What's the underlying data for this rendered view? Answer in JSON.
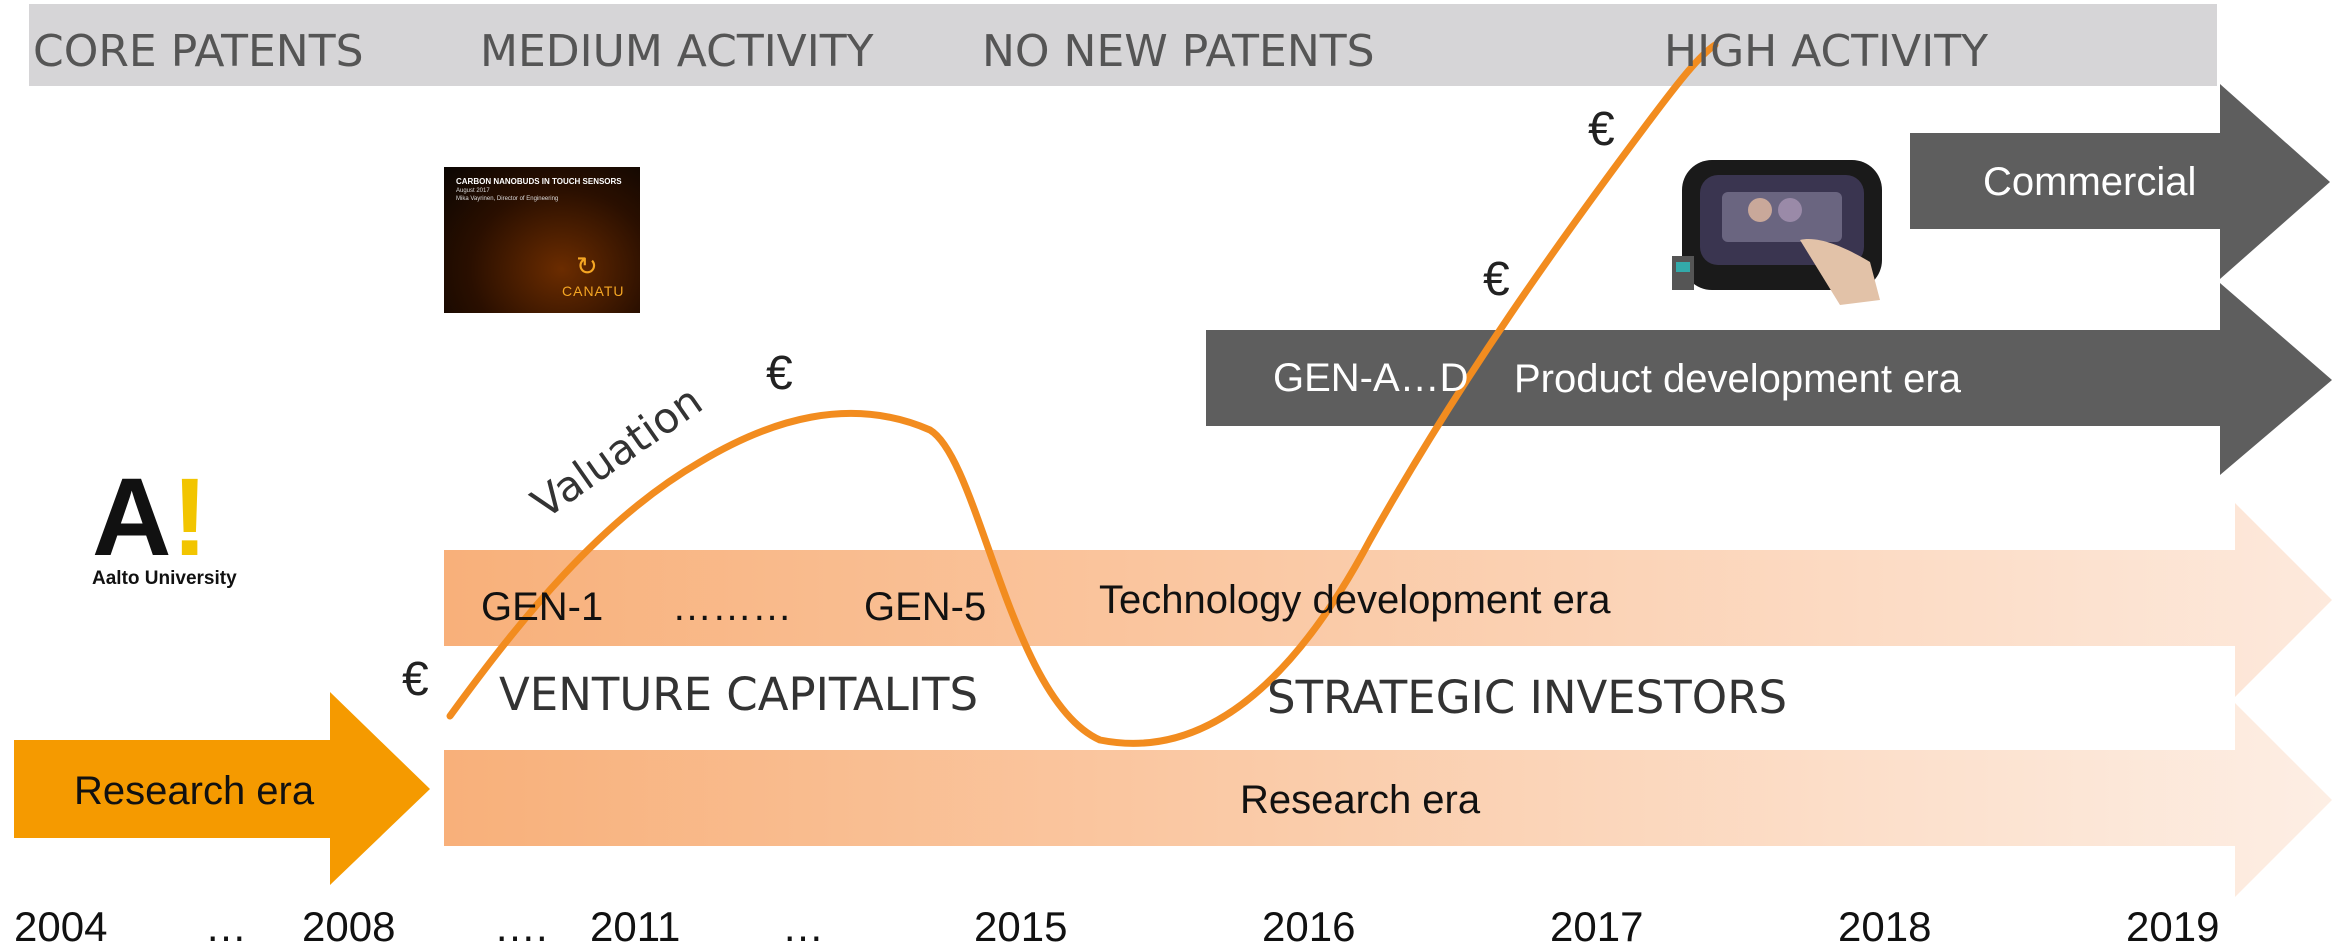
{
  "phases": {
    "core_patents": "CORE PATENTS",
    "medium_activity": "MEDIUM ACTIVITY",
    "no_new_patents": "NO NEW PATENTS",
    "high_activity": "HIGH ACTIVITY"
  },
  "arrows": {
    "commercial": "Commercial",
    "gen_ad": "GEN-A…D",
    "product_dev": "Product development era",
    "gen1": "GEN-1",
    "dots": "………",
    "gen5": "GEN-5",
    "tech_dev": "Technology development era",
    "research_left": "Research era",
    "research_right": "Research era"
  },
  "investors": {
    "vc": "VENTURE CAPITALITS",
    "strategic": "STRATEGIC INVESTORS"
  },
  "curve": {
    "label": "Valuation",
    "currency": "€"
  },
  "logos": {
    "aalto_mark": "A!",
    "aalto_name": "Aalto University",
    "canatu_title": "CARBON NANOBUDS IN TOUCH SENSORS",
    "canatu_date": "August 2017",
    "canatu_author": "Mika Vayrinen, Director of Engineering",
    "canatu_brand": "CANATU"
  },
  "timeline": [
    "2004",
    "…",
    "2008",
    "….",
    "2011",
    "…",
    "2015",
    "2016",
    "2017",
    "2018",
    "2019"
  ],
  "colors": {
    "phase_bar": "#d6d5d7",
    "research_orange": "#f59a00",
    "band_orange": "#f8b380",
    "dark_arrow": "#5e5e5e",
    "curve": "#f28c1f"
  }
}
